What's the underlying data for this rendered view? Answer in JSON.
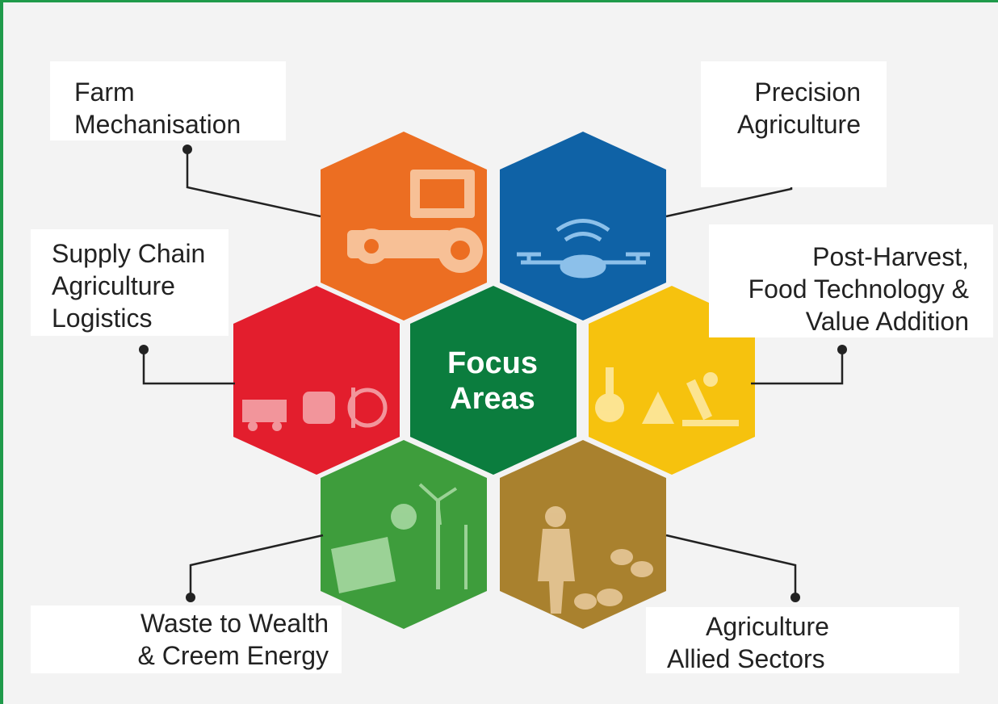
{
  "center": {
    "line1": "Focus",
    "line2": "Areas",
    "color": "#0b7d3e"
  },
  "areas": [
    {
      "id": "farm",
      "line1": "Farm",
      "line2": "Mechanisation",
      "color": "#ec6e22",
      "icon": "harvester-icon"
    },
    {
      "id": "precision",
      "line1": "Precision",
      "line2": "Agriculture",
      "color": "#0f62a6",
      "icon": "drone-icon"
    },
    {
      "id": "supply",
      "line1": "Supply Chain",
      "line2": "Agriculture",
      "line3": "Logistics",
      "color": "#e31e2d",
      "icon": "logistics-icon"
    },
    {
      "id": "postharvest",
      "line1": "Post-Harvest,",
      "line2": "Food Technology &",
      "line3": "Value Addition",
      "color": "#f6c20e",
      "icon": "microscope-icon"
    },
    {
      "id": "waste",
      "line1": "Waste to Wealth",
      "line2": "& Creem Energy",
      "color": "#3e9d3c",
      "icon": "solar-wind-icon"
    },
    {
      "id": "allied",
      "line1": "Agriculture",
      "line2": "Allied Sectors",
      "color": "#a9812e",
      "icon": "farmer-poultry-icon"
    }
  ],
  "colors": {
    "frame_border": "#1f9a4a",
    "connector": "#222222"
  }
}
